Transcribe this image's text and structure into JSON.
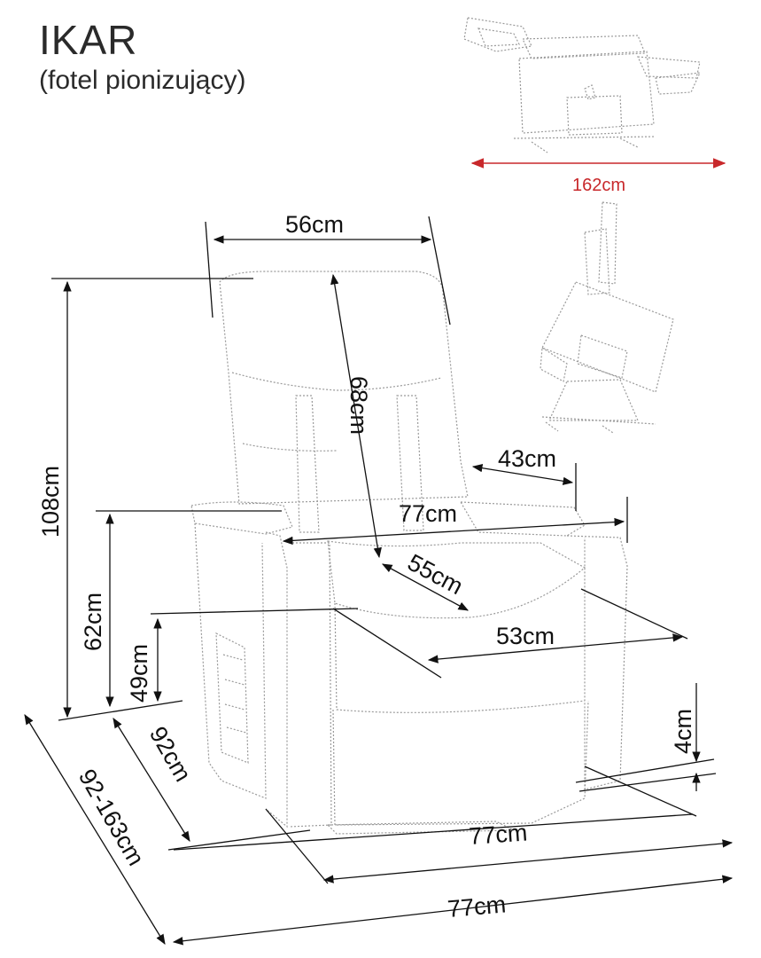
{
  "header": {
    "title": "IKAR",
    "subtitle": "(fotel pionizujący)"
  },
  "reclined_view": {
    "length_label": "162cm",
    "accent_color": "#c8282b"
  },
  "dimensions": {
    "backrest_width": "56cm",
    "backrest_height": "68cm",
    "total_height": "108cm",
    "armrest_height": "62cm",
    "seat_height": "49cm",
    "armrest_width": "43cm",
    "width_at_arms": "77cm",
    "seat_depth": "55cm",
    "seat_width": "53cm",
    "foot_height": "4cm",
    "depth": "92cm",
    "depth_extended": "92-163cm",
    "base_width": "77cm",
    "overall_width": "77cm"
  }
}
